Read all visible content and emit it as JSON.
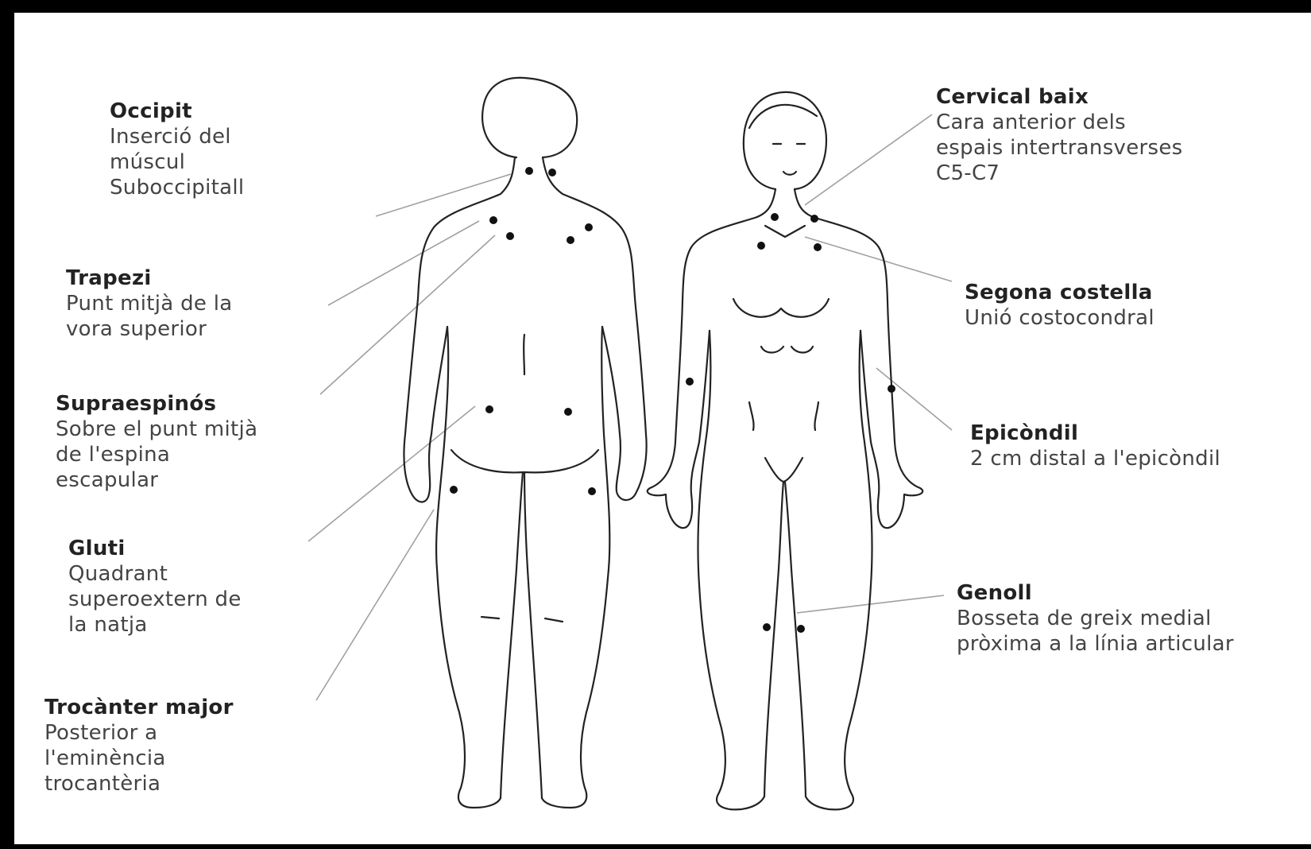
{
  "colors": {
    "frame": "#000000",
    "background": "#ffffff",
    "ink": "#222222",
    "leader": "#9a9a9a"
  },
  "labels": {
    "occipit": {
      "title": "Occipit",
      "desc": "Inserció del\nmúscul\nSuboccipitall"
    },
    "trapezi": {
      "title": "Trapezi",
      "desc": "Punt mitjà de la\nvora superior"
    },
    "supraespinos": {
      "title": "Supraespinós",
      "desc": "Sobre el punt mitjà\nde l'espina\nescapular"
    },
    "gluti": {
      "title": "Gluti",
      "desc": "Quadrant\nsuperoextern de\nla natja"
    },
    "trocanter": {
      "title": "Trocànter major",
      "desc": "Posterior a\nl'eminència\ntrocantèria"
    },
    "cervical": {
      "title": "Cervical baix",
      "desc": "Cara anterior dels\nespais intertransverses\nC5-C7"
    },
    "costella": {
      "title": "Segona costella",
      "desc": "Unió costocondral"
    },
    "epicondil": {
      "title": "Epicòndil",
      "desc": "2 cm distal a l'epicòndil"
    },
    "genoll": {
      "title": "Genoll",
      "desc": "Bosseta de greix medial\npròxima a la línia articular"
    }
  }
}
